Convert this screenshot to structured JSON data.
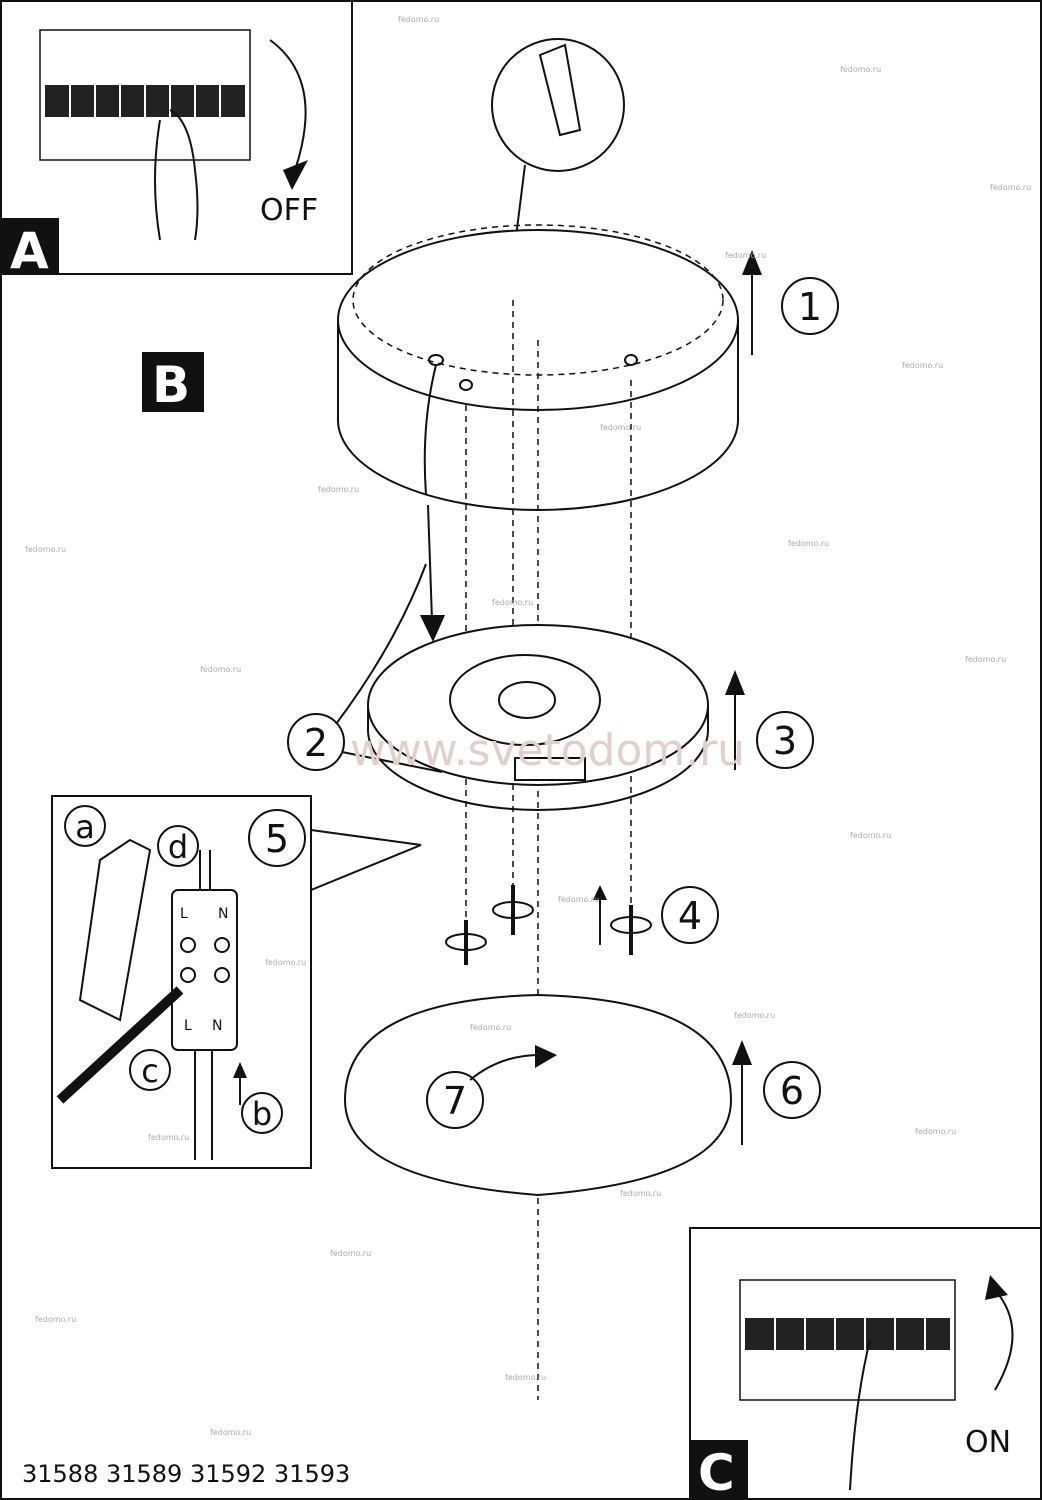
{
  "panel_a": {
    "letter": "A",
    "switch_label": "OFF"
  },
  "panel_b": {
    "letter": "B"
  },
  "panel_c": {
    "letter": "C",
    "switch_label": "ON"
  },
  "steps": [
    "1",
    "2",
    "3",
    "4",
    "5",
    "6",
    "7"
  ],
  "wiring_inset": {
    "substeps": [
      "a",
      "b",
      "c",
      "d"
    ],
    "terminal_top": [
      "L",
      "N"
    ],
    "terminal_bottom": [
      "L",
      "N"
    ]
  },
  "model_numbers": "31588 31589 31592 31593",
  "watermark_small": "fedomo.ru",
  "watermark_large": "www.svetodom.ru"
}
